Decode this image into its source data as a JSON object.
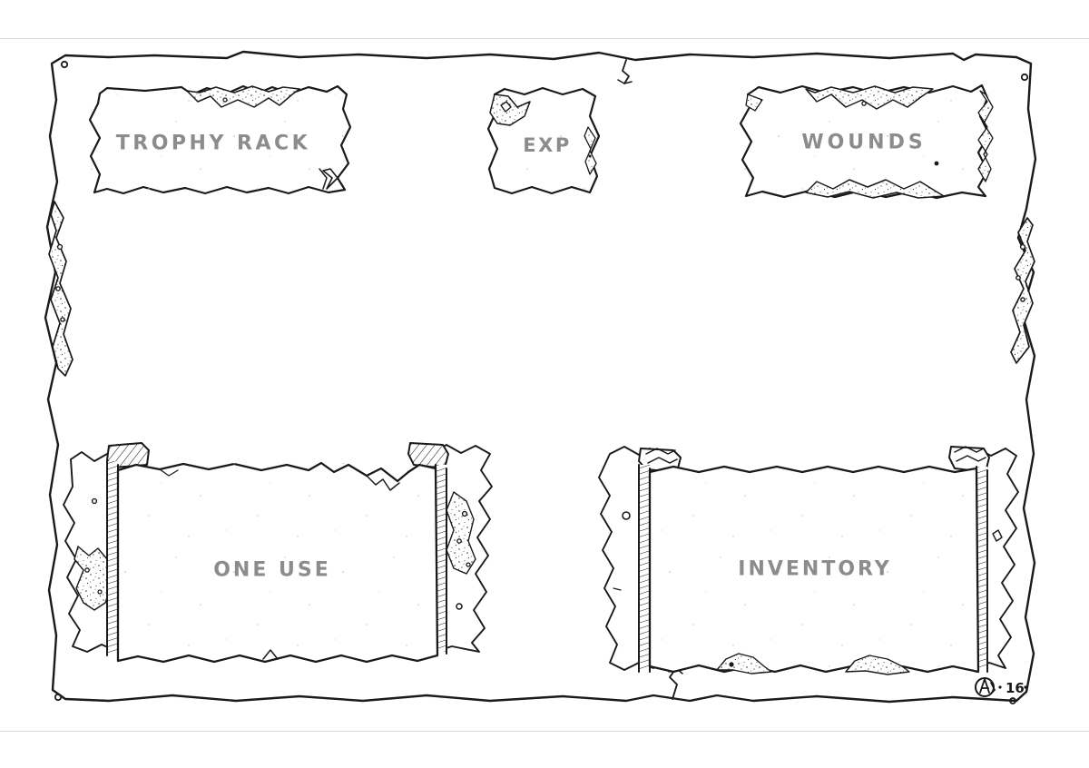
{
  "sheet": {
    "title": "Hand-drawn RPG character sheet",
    "background_color": "#ffffff",
    "ink_color": "#1a1a1a",
    "label_color": "#8c8c8c",
    "rule_color": "#d8d8d8"
  },
  "panels": {
    "trophy_rack": {
      "label": "TROPHY RACK",
      "shape": "torn-paper-strip",
      "content": ""
    },
    "exp": {
      "label": "EXP",
      "shape": "torn-paper-square",
      "content": ""
    },
    "wounds": {
      "label": "WOUNDS",
      "shape": "torn-paper-strip",
      "content": ""
    },
    "one_use": {
      "label": "ONE USE",
      "shape": "unrolled-scroll",
      "content": ""
    },
    "inventory": {
      "label": "INVENTORY",
      "shape": "unrolled-scroll",
      "content": ""
    }
  },
  "border": {
    "name": "torn-parchment-frame",
    "top_crack": "crack",
    "bottom_crack": "crack",
    "punch_hole_top_left": "hole",
    "punch_hole_top_right": "hole",
    "punch_hole_bottom_left": "hole"
  },
  "signature": {
    "monogram": "A",
    "year": "·16·"
  }
}
